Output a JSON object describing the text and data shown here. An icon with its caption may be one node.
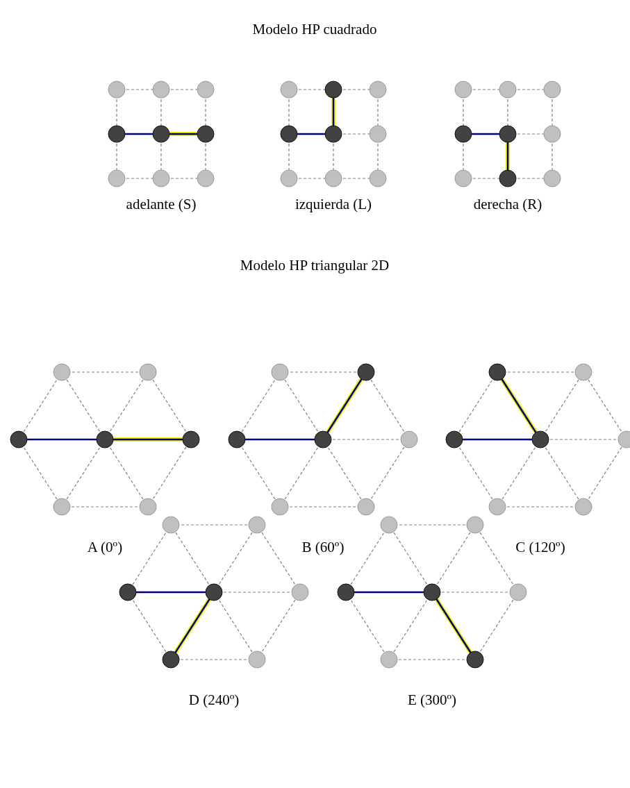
{
  "diagram": {
    "labels": [
      "Modelo HP cuadrado",
      "adelante (S)",
      "izquierda (L)",
      "derecha (R)",
      "Modelo HP triangular 2D",
      "A (0º)",
      "B (60º)",
      "C (120º)",
      "D (240º)",
      "E (300º)"
    ]
  }
}
